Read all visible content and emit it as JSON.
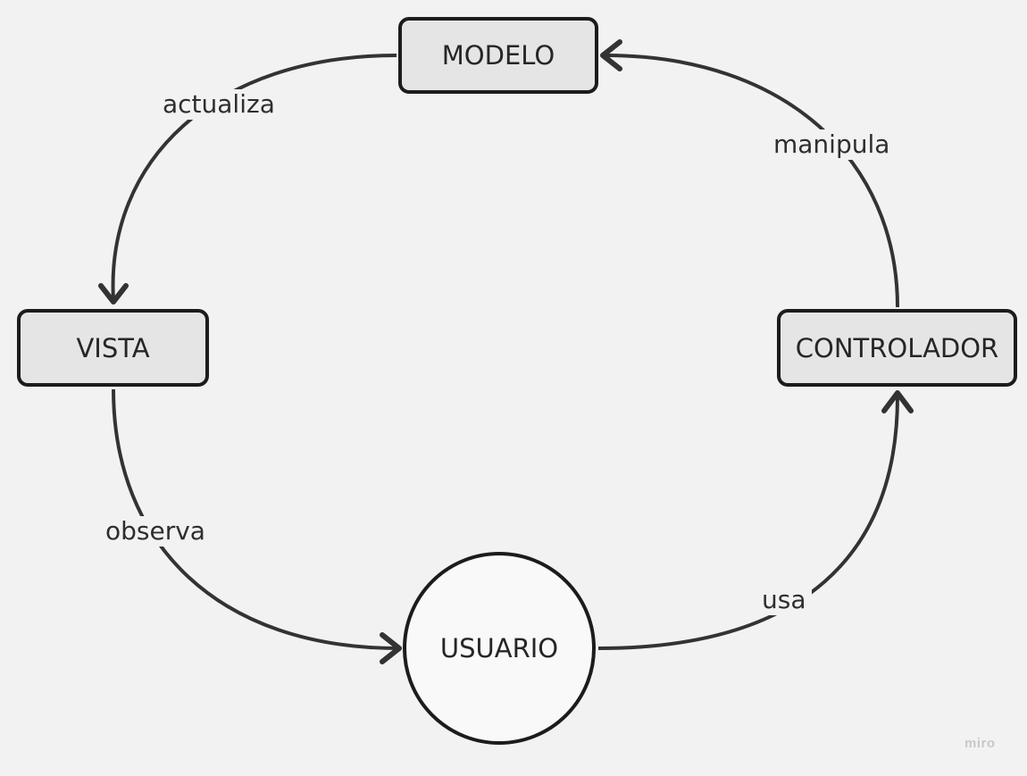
{
  "nodes": {
    "modelo": "MODELO",
    "vista": "VISTA",
    "controlador": "CONTROLADOR",
    "usuario": "USUARIO"
  },
  "edges": {
    "actualiza": "actualiza",
    "observa": "observa",
    "usa": "usa",
    "manipula": "manipula"
  },
  "watermark": "miro",
  "colors": {
    "background": "#f2f2f2",
    "node_fill": "#e5e5e5",
    "circle_fill": "#f9f9f9",
    "stroke": "#1c1c1c",
    "edge": "#333333"
  }
}
